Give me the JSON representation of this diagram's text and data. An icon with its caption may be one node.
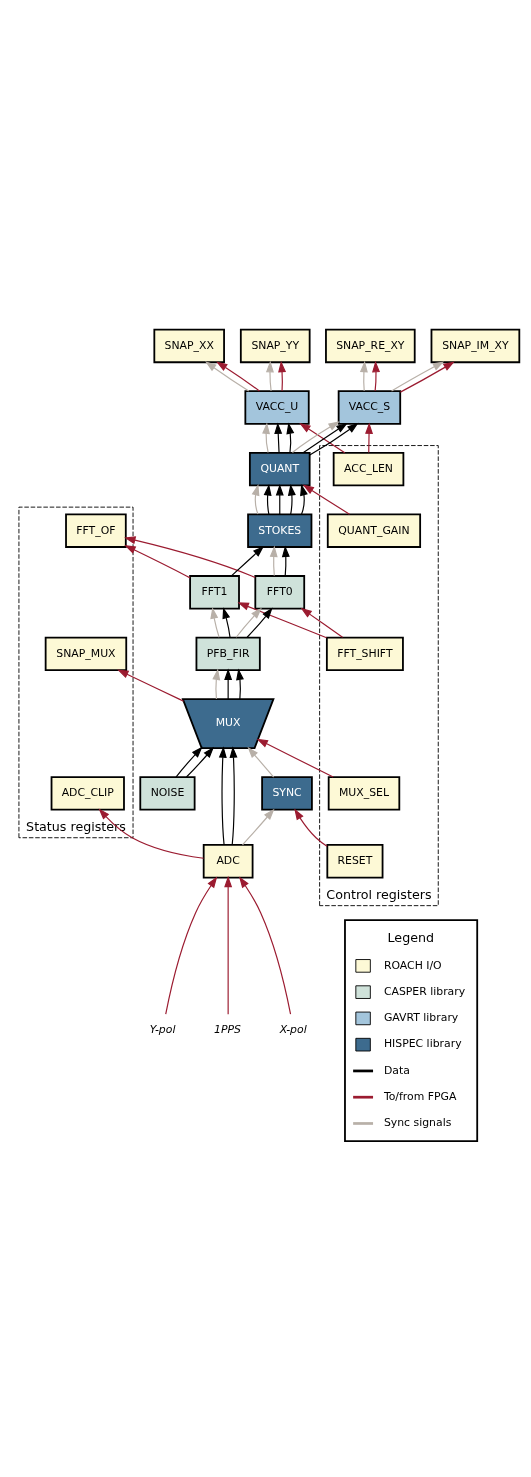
{
  "diagram": {
    "nodes": [
      {
        "text": [
          "Control registers"
        ]
      },
      {
        "text": [
          "RESET"
        ],
        "in": 0
      },
      {
        "text": [
          "MUX_SEL"
        ],
        "in": 0
      },
      {
        "text": [
          "FFT_SHIFT"
        ],
        "in": 0
      },
      {
        "text": [
          "QUANT_GAIN"
        ],
        "in": 0
      },
      {
        "text": [
          "ACC_LEN"
        ],
        "in": 0
      },
      {
        "text": [
          "Status registers"
        ]
      },
      {
        "text": [
          "ADC_CLIP"
        ],
        "in": 6
      },
      {
        "text": [
          "SNAP_MUX"
        ],
        "in": 6
      },
      {
        "text": [
          "FFT_OF"
        ],
        "in": 6
      },
      {
        "text": [
          "1PPS"
        ]
      },
      {
        "text": [
          "X-pol"
        ]
      },
      {
        "text": [
          "Y-pol"
        ]
      },
      {
        "text": [
          "ADC"
        ]
      },
      {
        "text": [
          "NOISE"
        ]
      },
      {
        "text": [
          "SYNC"
        ]
      },
      {
        "text": [
          "MUX"
        ]
      },
      {
        "text": [
          "PFB_FIR"
        ]
      },
      {
        "text": [
          "FFT0"
        ]
      },
      {
        "text": [
          "FFT1"
        ]
      },
      {
        "text": [
          "STOKES"
        ]
      },
      {
        "text": [
          "QUANT"
        ]
      },
      {
        "text": [
          "VACC_U"
        ]
      },
      {
        "text": [
          "VACC_S"
        ]
      },
      {
        "text": [
          "SNAP_XX"
        ]
      },
      {
        "text": [
          "SNAP_YY"
        ]
      },
      {
        "text": [
          "SNAP_RE_XY"
        ]
      },
      {
        "text": [
          "SNAP_IM_XY"
        ]
      }
    ],
    "edges": [
      {
        "from": 10,
        "to": 13,
        "arrow": "to",
        "color": "#9b1b30"
      },
      {
        "from": 11,
        "to": 13,
        "arrow": "to",
        "color": "#9b1b30"
      },
      {
        "from": 12,
        "to": 13,
        "arrow": "to",
        "color": "#9b1b30"
      },
      {
        "from": 1,
        "to": 15,
        "arrow": "to",
        "color": "#9b1b30"
      },
      {
        "from": 13,
        "to": 15,
        "arrow": "to",
        "color": "#b8b0a8"
      },
      {
        "from": 15,
        "to": 16,
        "arrow": "to",
        "color": "#b8b0a8"
      },
      {
        "from": 2,
        "to": 16,
        "arrow": "to",
        "color": "#9b1b30"
      },
      {
        "from": 13,
        "to": 16,
        "arrow": "to",
        "color": "#000000"
      },
      {
        "from": 13,
        "to": 16,
        "arrow": "to",
        "color": "#000000"
      },
      {
        "from": 14,
        "to": 16,
        "arrow": "to",
        "color": "#000000"
      },
      {
        "from": 14,
        "to": 16,
        "arrow": "to",
        "color": "#000000"
      },
      {
        "from": 13,
        "to": 7,
        "arrow": "to",
        "color": "#9b1b30"
      },
      {
        "from": 16,
        "to": 8,
        "arrow": "to",
        "color": "#9b1b30"
      },
      {
        "from": 16,
        "to": 17,
        "arrow": "to",
        "color": "#b8b0a8"
      },
      {
        "from": 16,
        "to": 17,
        "arrow": "to",
        "color": "#000000"
      },
      {
        "from": 16,
        "to": 17,
        "arrow": "to",
        "color": "#000000"
      },
      {
        "from": 3,
        "to": 18,
        "arrow": "to",
        "color": "#9b1b30"
      },
      {
        "from": 3,
        "to": 19,
        "arrow": "to",
        "color": "#9b1b30"
      },
      {
        "from": 17,
        "to": 18,
        "arrow": "to",
        "color": "#b8b0a8"
      },
      {
        "from": 17,
        "to": 18,
        "arrow": "to",
        "color": "#000000"
      },
      {
        "from": 17,
        "to": 19,
        "arrow": "to",
        "color": "#b8b0a8"
      },
      {
        "from": 17,
        "to": 19,
        "arrow": "to",
        "color": "#000000"
      },
      {
        "from": 18,
        "to": 20,
        "arrow": "to",
        "color": "#b8b0a8"
      },
      {
        "from": 18,
        "to": 20,
        "arrow": "to",
        "color": "#000000"
      },
      {
        "from": 19,
        "to": 20,
        "arrow": "to",
        "color": "#000000"
      },
      {
        "from": 18,
        "to": 9,
        "arrow": "to",
        "color": "#9b1b30"
      },
      {
        "from": 19,
        "to": 9,
        "arrow": "to",
        "color": "#9b1b30"
      },
      {
        "from": 20,
        "to": 21,
        "arrow": "to",
        "color": "#b8b0a8"
      },
      {
        "from": 20,
        "to": 21,
        "arrow": "to",
        "color": "#000000"
      },
      {
        "from": 20,
        "to": 21,
        "arrow": "to",
        "color": "#000000"
      },
      {
        "from": 20,
        "to": 21,
        "arrow": "to",
        "color": "#000000"
      },
      {
        "from": 20,
        "to": 21,
        "arrow": "to",
        "color": "#000000"
      },
      {
        "from": 4,
        "to": 21,
        "arrow": "to",
        "color": "#9b1b30"
      },
      {
        "from": 21,
        "to": 22,
        "arrow": "to",
        "color": "#b8b0a8"
      },
      {
        "from": 21,
        "to": 22,
        "arrow": "to",
        "color": "#000000"
      },
      {
        "from": 21,
        "to": 22,
        "arrow": "to",
        "color": "#000000"
      },
      {
        "from": 21,
        "to": 23,
        "arrow": "to",
        "color": "#b8b0a8"
      },
      {
        "from": 21,
        "to": 23,
        "arrow": "to",
        "color": "#000000"
      },
      {
        "from": 21,
        "to": 23,
        "arrow": "to",
        "color": "#000000"
      },
      {
        "from": 5,
        "to": 22,
        "arrow": "to",
        "color": "#9b1b30"
      },
      {
        "from": 5,
        "to": 23,
        "arrow": "to",
        "color": "#9b1b30"
      },
      {
        "from": 22,
        "to": 24,
        "arrow": "to",
        "color": "#b8b0a8"
      },
      {
        "from": 22,
        "to": 24,
        "arrow": "to",
        "color": "#9b1b30"
      },
      {
        "from": 22,
        "to": 25,
        "arrow": "to",
        "color": "#b8b0a8"
      },
      {
        "from": 22,
        "to": 25,
        "arrow": "to",
        "color": "#9b1b30"
      },
      {
        "from": 23,
        "to": 26,
        "arrow": "to",
        "color": "#b8b0a8"
      },
      {
        "from": 23,
        "to": 26,
        "arrow": "to",
        "color": "#9b1b30"
      },
      {
        "from": 23,
        "to": 27,
        "arrow": "to",
        "color": "#b8b0a8"
      },
      {
        "from": 23,
        "to": 27,
        "arrow": "to",
        "color": "#9b1b30"
      }
    ],
    "labels": [
      "Legend"
    ],
    "legend": [
      {
        "text": "ROACH I/O",
        "color": "#fdf9d6"
      },
      {
        "text": "CASPER library",
        "color": "#cfe2da"
      },
      {
        "text": "GAVRT library",
        "color": "#a3c5dc"
      },
      {
        "text": "HISPEC library",
        "color": "#3d6b8e"
      },
      {
        "text": "Data"
      },
      {
        "text": "To/from FPGA"
      },
      {
        "text": "Sync signals"
      }
    ]
  }
}
